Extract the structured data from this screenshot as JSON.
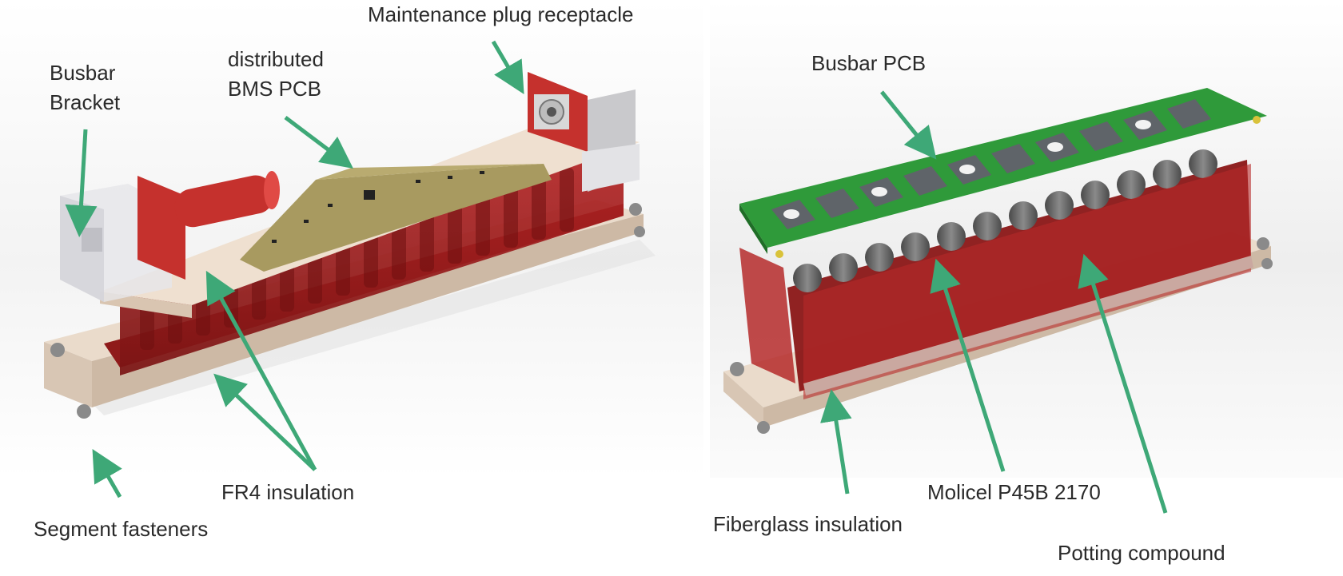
{
  "colors": {
    "arrow": "#3ea877",
    "module_red": "#a31d1d",
    "fr4_tan": "#e6d3c0",
    "pcb_green": "#2f9a3a",
    "bms_pcb_gold": "#a89a60",
    "connector_red": "#c5312d",
    "cell_grey": "#6e6e6e",
    "label_text": "#2a2a2a"
  },
  "left_figure": {
    "labels": {
      "maintenance_plug": "Maintenance plug receptacle",
      "busbar_bracket_1": "Busbar",
      "busbar_bracket_2": "Bracket",
      "bms_pcb_1": "distributed",
      "bms_pcb_2": "BMS PCB",
      "fr4_insulation": "FR4 insulation",
      "segment_fasteners": "Segment fasteners"
    }
  },
  "right_figure": {
    "labels": {
      "busbar_pcb": "Busbar PCB",
      "molicel": "Molicel P45B 2170",
      "fiberglass": "Fiberglass insulation",
      "potting": "Potting compound"
    }
  }
}
